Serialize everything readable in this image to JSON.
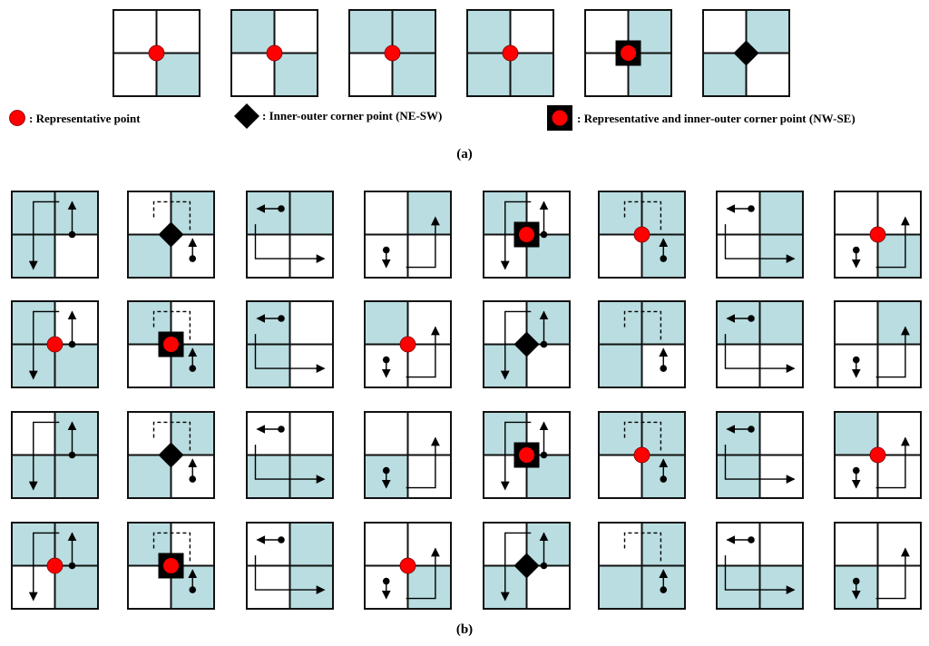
{
  "colors": {
    "fill": "#b9dde0",
    "border": "#111111",
    "representative_point": "#ff0000",
    "corner_marker": "#000000",
    "background": "#ffffff"
  },
  "legend": {
    "representative": ": Representative point",
    "inner_outer": ": Inner-outer corner point (NE-SW)",
    "both": ": Representative and inner-outer corner point (NW-SE)"
  },
  "labels": {
    "a": "(a)",
    "b": "(b)"
  },
  "row_a": [
    {
      "fill": [
        0,
        0,
        0,
        1
      ],
      "marker": "dot"
    },
    {
      "fill": [
        1,
        0,
        0,
        1
      ],
      "marker": "dot"
    },
    {
      "fill": [
        1,
        1,
        0,
        1
      ],
      "marker": "dot"
    },
    {
      "fill": [
        1,
        0,
        1,
        1
      ],
      "marker": "dot"
    },
    {
      "fill": [
        0,
        1,
        0,
        1
      ],
      "marker": "square"
    },
    {
      "fill": [
        0,
        1,
        1,
        0
      ],
      "marker": "diamond"
    }
  ],
  "grid_b": [
    [
      {
        "fill": [
          1,
          1,
          1,
          0
        ],
        "marker": "none"
      },
      {
        "fill": [
          0,
          1,
          1,
          0
        ],
        "marker": "diamond"
      },
      {
        "fill": [
          1,
          1,
          0,
          0
        ],
        "marker": "none"
      },
      {
        "fill": [
          0,
          1,
          0,
          0
        ],
        "marker": "none"
      },
      {
        "fill": [
          1,
          0,
          0,
          1
        ],
        "marker": "square"
      },
      {
        "fill": [
          1,
          1,
          0,
          1
        ],
        "marker": "dot"
      },
      {
        "fill": [
          0,
          1,
          0,
          1
        ],
        "marker": "none"
      },
      {
        "fill": [
          0,
          0,
          0,
          1
        ],
        "marker": "dot"
      }
    ],
    [
      {
        "fill": [
          1,
          0,
          1,
          1
        ],
        "marker": "dot"
      },
      {
        "fill": [
          1,
          0,
          0,
          1
        ],
        "marker": "square"
      },
      {
        "fill": [
          1,
          0,
          1,
          0
        ],
        "marker": "none"
      },
      {
        "fill": [
          1,
          0,
          0,
          0
        ],
        "marker": "dot"
      },
      {
        "fill": [
          0,
          1,
          1,
          0
        ],
        "marker": "diamond"
      },
      {
        "fill": [
          1,
          1,
          1,
          0
        ],
        "marker": "none"
      },
      {
        "fill": [
          1,
          1,
          0,
          0
        ],
        "marker": "none"
      },
      {
        "fill": [
          0,
          1,
          0,
          0
        ],
        "marker": "none"
      }
    ],
    [
      {
        "fill": [
          0,
          1,
          1,
          1
        ],
        "marker": "none"
      },
      {
        "fill": [
          0,
          1,
          1,
          0
        ],
        "marker": "diamond"
      },
      {
        "fill": [
          0,
          0,
          1,
          1
        ],
        "marker": "none"
      },
      {
        "fill": [
          0,
          0,
          1,
          0
        ],
        "marker": "none"
      },
      {
        "fill": [
          1,
          0,
          0,
          1
        ],
        "marker": "square"
      },
      {
        "fill": [
          1,
          1,
          0,
          1
        ],
        "marker": "dot"
      },
      {
        "fill": [
          1,
          0,
          1,
          0
        ],
        "marker": "none"
      },
      {
        "fill": [
          1,
          0,
          0,
          0
        ],
        "marker": "dot"
      }
    ],
    [
      {
        "fill": [
          1,
          1,
          0,
          1
        ],
        "marker": "dot"
      },
      {
        "fill": [
          1,
          0,
          0,
          1
        ],
        "marker": "square"
      },
      {
        "fill": [
          0,
          1,
          0,
          1
        ],
        "marker": "none"
      },
      {
        "fill": [
          0,
          0,
          0,
          1
        ],
        "marker": "dot"
      },
      {
        "fill": [
          0,
          1,
          1,
          0
        ],
        "marker": "diamond"
      },
      {
        "fill": [
          0,
          1,
          1,
          1
        ],
        "marker": "none"
      },
      {
        "fill": [
          0,
          0,
          1,
          1
        ],
        "marker": "none"
      },
      {
        "fill": [
          0,
          0,
          1,
          0
        ],
        "marker": "none"
      }
    ]
  ]
}
